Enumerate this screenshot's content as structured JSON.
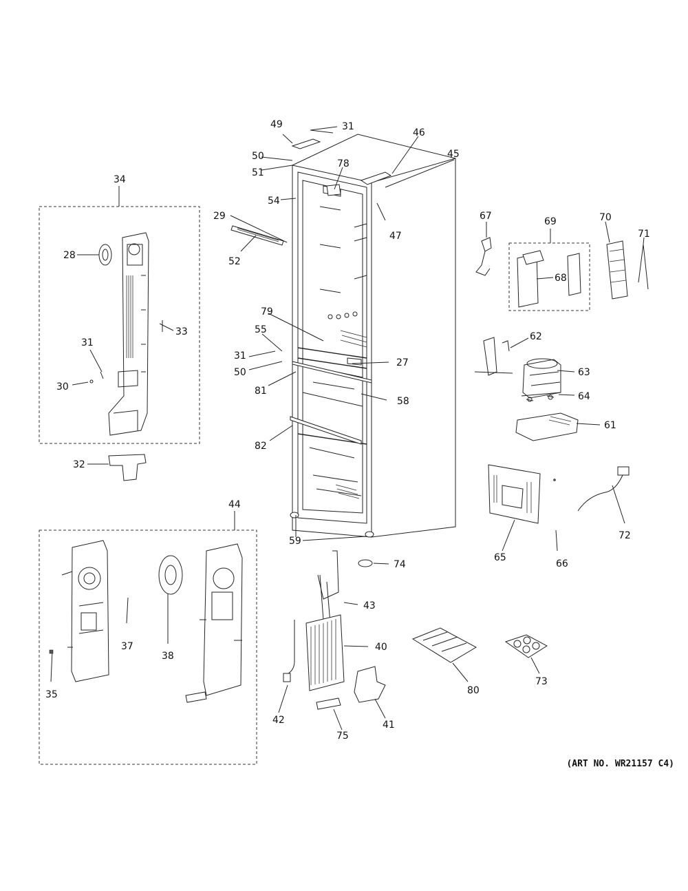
{
  "art_number": "(ART NO. WR21157 C4)",
  "labels": {
    "l27": "27",
    "l28": "28",
    "l29": "29",
    "l30": "30",
    "l31a": "31",
    "l31b": "31",
    "l31c": "31",
    "l32": "32",
    "l33": "33",
    "l34": "34",
    "l35": "35",
    "l37": "37",
    "l38": "38",
    "l40": "40",
    "l41": "41",
    "l42": "42",
    "l43": "43",
    "l44": "44",
    "l45": "45",
    "l46": "46",
    "l47": "47",
    "l49": "49",
    "l50a": "50",
    "l50b": "50",
    "l51": "51",
    "l52": "52",
    "l54": "54",
    "l55": "55",
    "l58": "58",
    "l59": "59",
    "l61": "61",
    "l62": "62",
    "l63": "63",
    "l64": "64",
    "l65": "65",
    "l66": "66",
    "l67": "67",
    "l68": "68",
    "l69": "69",
    "l70": "70",
    "l71": "71",
    "l72": "72",
    "l73": "73",
    "l74": "74",
    "l75": "75",
    "l78": "78",
    "l79": "79",
    "l80": "80",
    "l81": "81",
    "l82": "82"
  }
}
